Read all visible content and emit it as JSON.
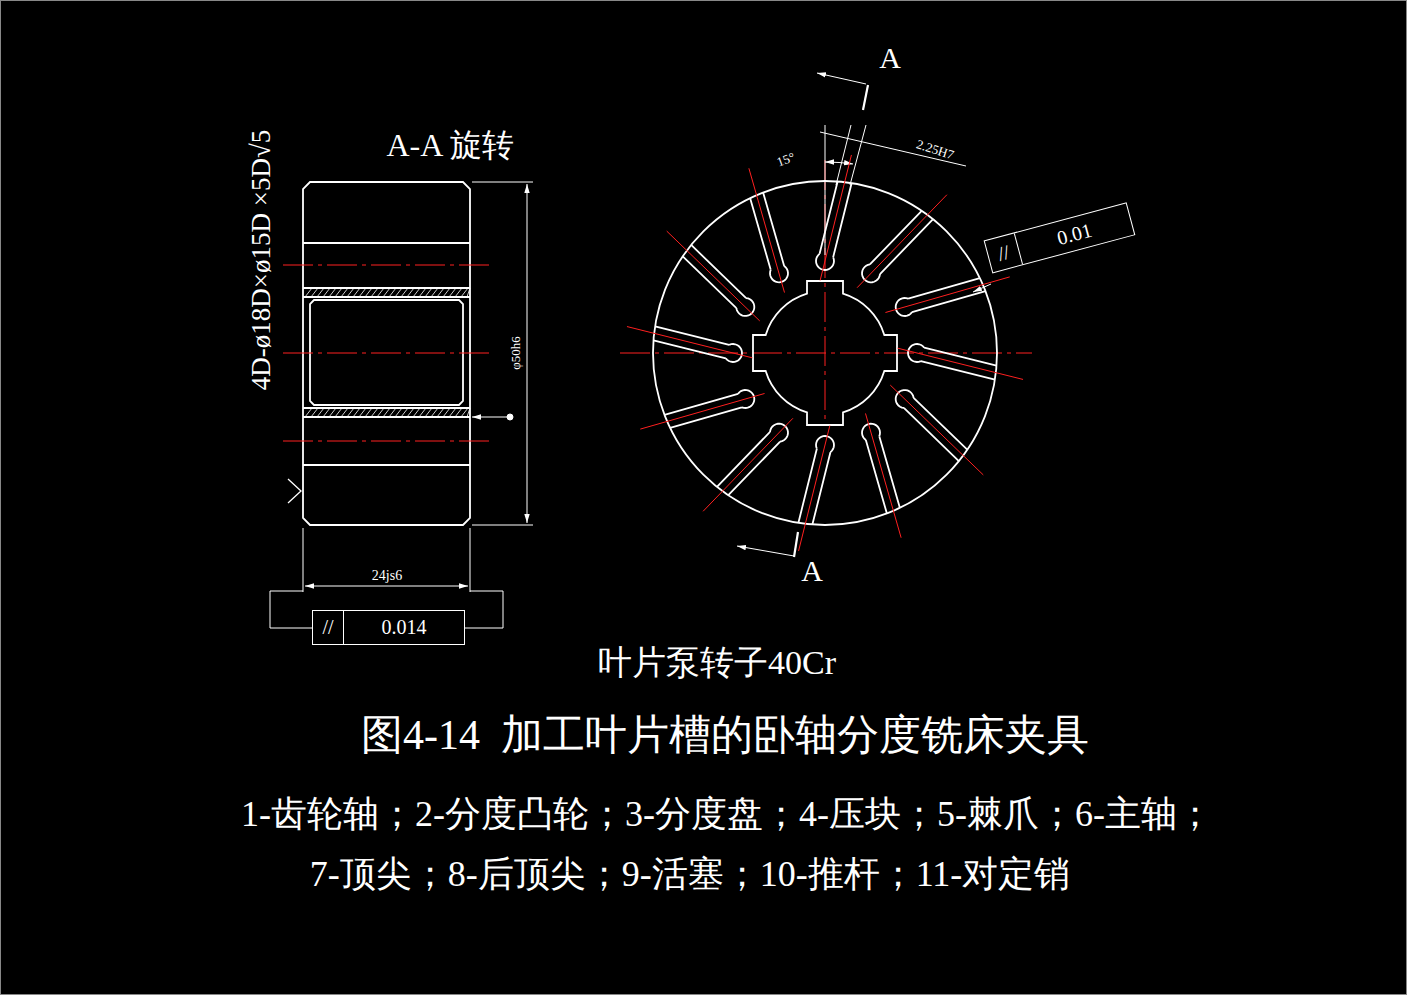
{
  "diagram": {
    "title": "图4-14  加工叶片槽的卧轴分度铣床夹具",
    "nodes": [
      {
        "text": [
          "//",
          "0.014"
        ]
      },
      {
        "text": [
          "//",
          "0.01"
        ]
      }
    ],
    "labels": [
      "A-A 旋转",
      "4D-ø18D×ø15D ×5D√5",
      "φ50h6",
      "24js6",
      "A",
      "15°",
      "2.25H7",
      "A",
      "叶片泵转子40Cr",
      "1-齿轮轴；2-分度凸轮；3-分度盘；4-压块；5-棘爪；6-主轴；",
      "7-顶尖；8-后顶尖；9-活塞；10-推杆；11-对定销"
    ]
  }
}
